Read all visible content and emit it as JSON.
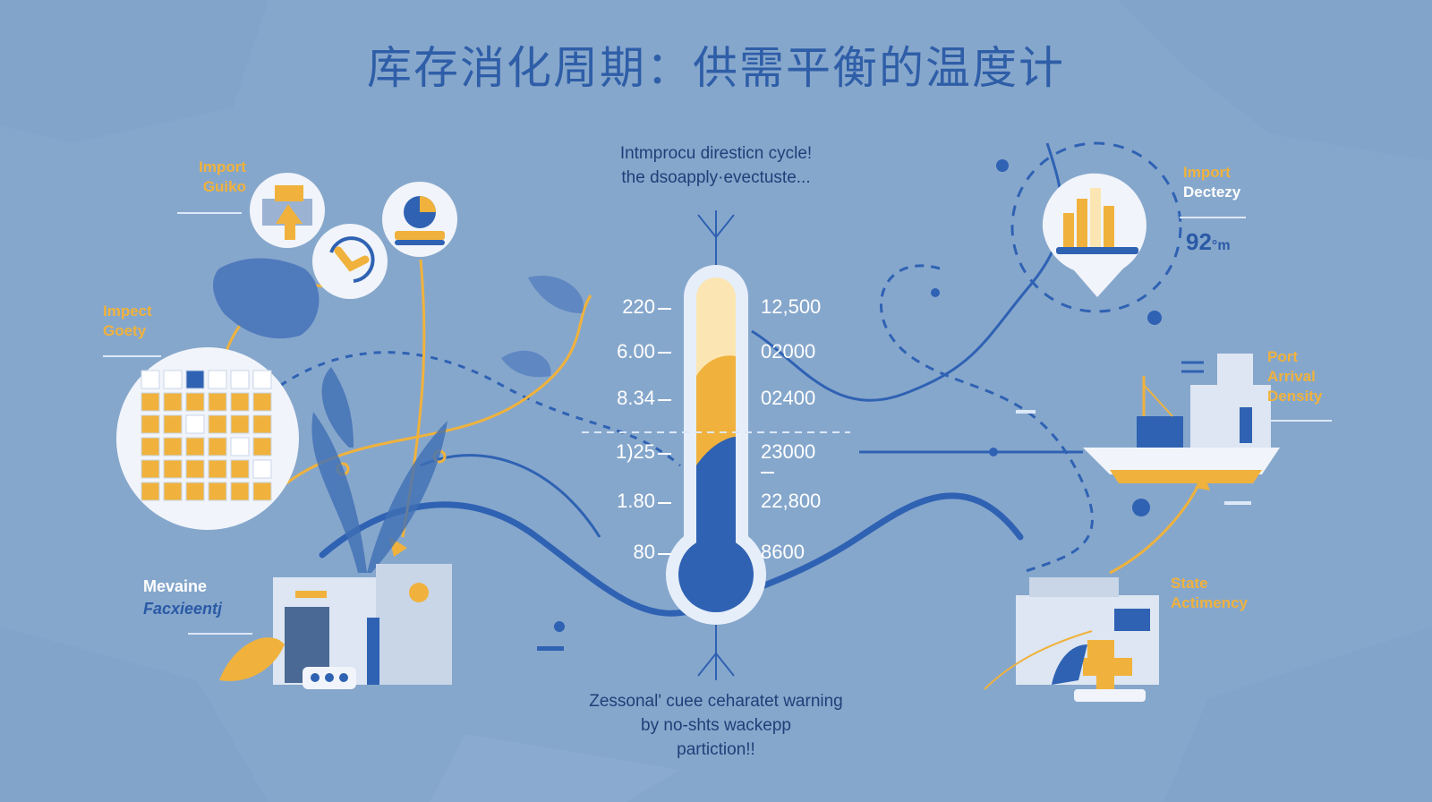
{
  "title": "库存消化周期：供需平衡的温度计",
  "center_top_text": [
    "Intmprocu diresticn cycle!",
    "the dsoapply·evectuste..."
  ],
  "center_bottom_text": [
    "Zessonal' cuee ceharatet warning",
    "by no-shts wackepp",
    "partiction!!"
  ],
  "left_ticks": [
    "220",
    "6.00",
    "8.34",
    "1)25",
    "1.80",
    "80"
  ],
  "right_ticks": [
    "12,500",
    "02000",
    "02400",
    "23000",
    "22,800",
    "8600"
  ],
  "labels": {
    "import_guiko": [
      "Import",
      "Guiko"
    ],
    "impect_goety": [
      "Impect",
      "Goety"
    ],
    "mevaine": [
      "Mevaine",
      "Facxieentj"
    ],
    "import_dectezy": [
      "Import",
      "Dectezy"
    ],
    "port_arrival": [
      "Port",
      "Arrival",
      "Density"
    ],
    "state_actimency": [
      "State",
      "Actimency"
    ]
  },
  "value_badge": {
    "number": "92",
    "unit": "°m"
  },
  "thermometer_level": 0.78,
  "colors": {
    "background": "#86a7cc",
    "primary_blue": "#2f62b3",
    "accent_yellow": "#f0b23c",
    "pale_yellow": "#fbe6b3",
    "white": "#ffffff"
  },
  "icons": [
    "thermometer-icon",
    "calendar-grid-icon",
    "gift-box-icon",
    "clock-icon",
    "pie-chart-icon",
    "map-region-icon",
    "factory-icon",
    "bar-chart-icon",
    "location-pin-icon",
    "cargo-ship-icon",
    "warehouse-icon",
    "plant-icon"
  ]
}
